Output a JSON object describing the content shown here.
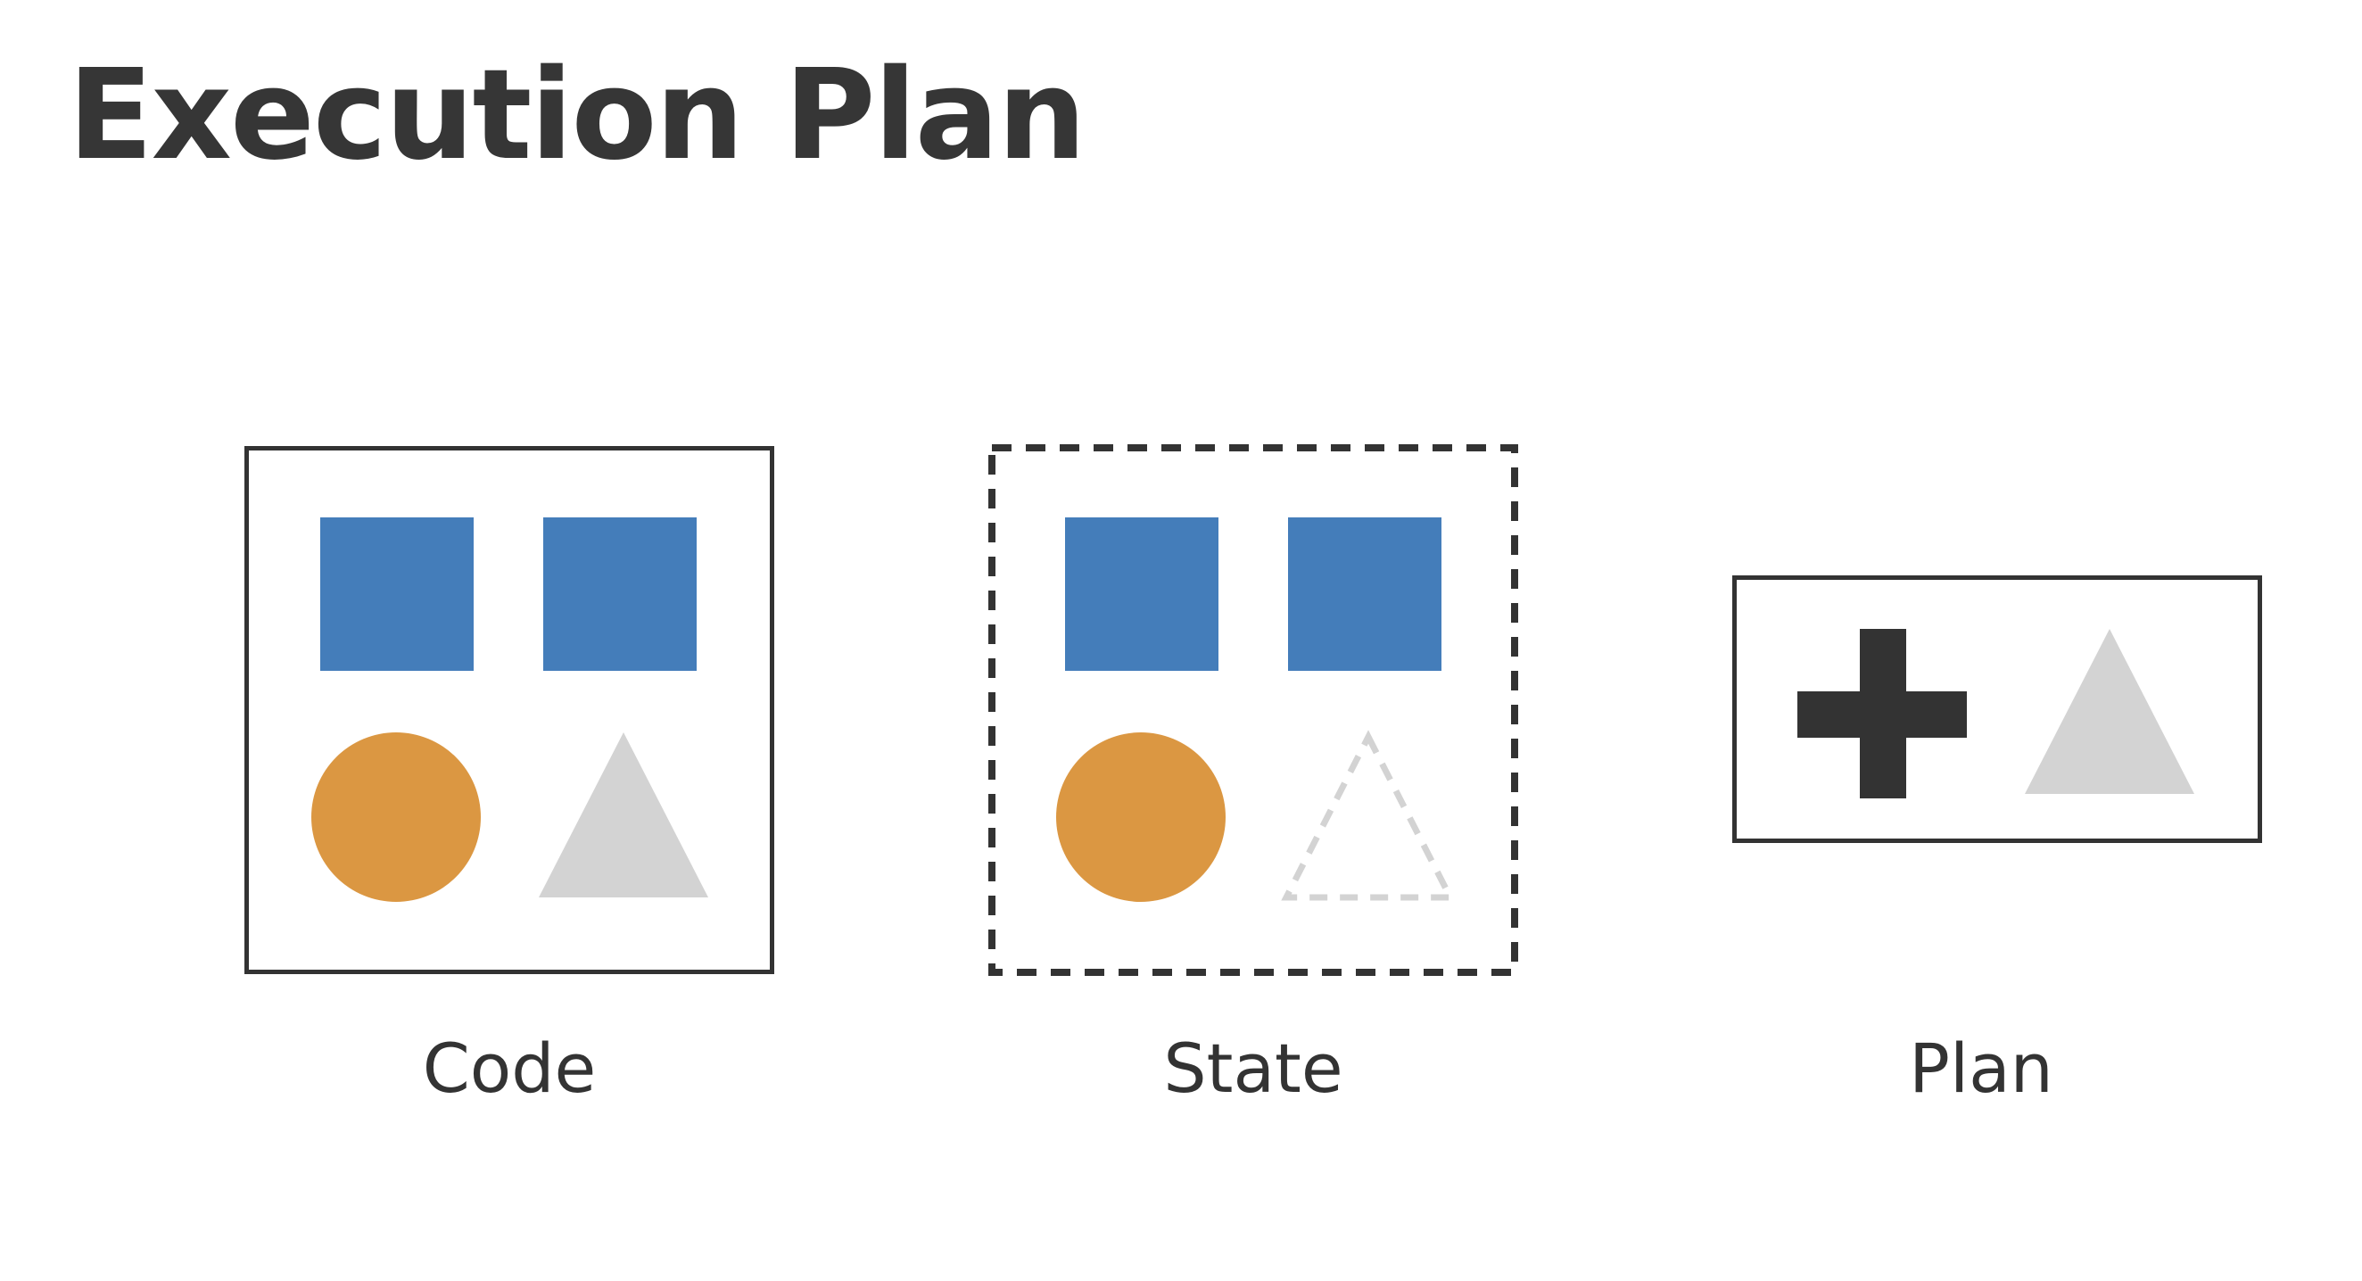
{
  "slide": {
    "title": "Execution Plan"
  },
  "colors": {
    "blue_square": "#447DBA",
    "orange_circle": "#DB9742",
    "gray_triangle": "#D3D3D3",
    "outline": "#333333",
    "plus": "#333333"
  },
  "panels": [
    {
      "caption": "Code",
      "border": "solid",
      "shapes": [
        "blue-square",
        "blue-square",
        "orange-circle",
        "gray-triangle"
      ]
    },
    {
      "caption": "State",
      "border": "dashed",
      "shapes": [
        "blue-square",
        "blue-square",
        "orange-circle",
        "dashed-triangle-outline"
      ]
    },
    {
      "caption": "Plan",
      "border": "solid",
      "shapes": [
        "plus-icon",
        "gray-triangle"
      ]
    }
  ]
}
